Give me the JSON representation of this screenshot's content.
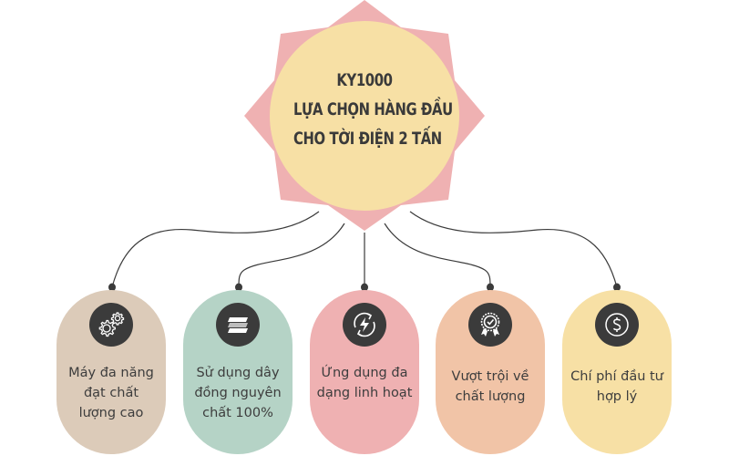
{
  "hub": {
    "lines": [
      "KY1000",
      "LỰA CHỌN HÀNG ĐẦU",
      "CHO TỜI ĐIỆN 2 TẤN"
    ],
    "outer_color": "#efb1b2",
    "inner_color": "#f7e0a5"
  },
  "connector_color": "#3b3b3b",
  "icon_bg_color": "#3b3b3b",
  "items": [
    {
      "icon": "gears-icon",
      "color": "#dccbb9",
      "lines": [
        "Máy đa năng",
        "đạt chất",
        "lượng cao"
      ]
    },
    {
      "icon": "layers-icon",
      "color": "#b5d3c6",
      "lines": [
        "Sử dụng dây",
        "đồng nguyên",
        "chất 100%"
      ]
    },
    {
      "icon": "energy-cycle-icon",
      "color": "#efb1b2",
      "lines": [
        "Ứng dụng đa",
        "dạng linh hoạt"
      ]
    },
    {
      "icon": "quality-badge-icon",
      "color": "#f1c4a7",
      "lines": [
        "Vượt trội về",
        "chất lượng"
      ]
    },
    {
      "icon": "dollar-icon",
      "color": "#f7e0a5",
      "lines": [
        "Chí phí đầu tư",
        "hợp lý"
      ]
    }
  ]
}
